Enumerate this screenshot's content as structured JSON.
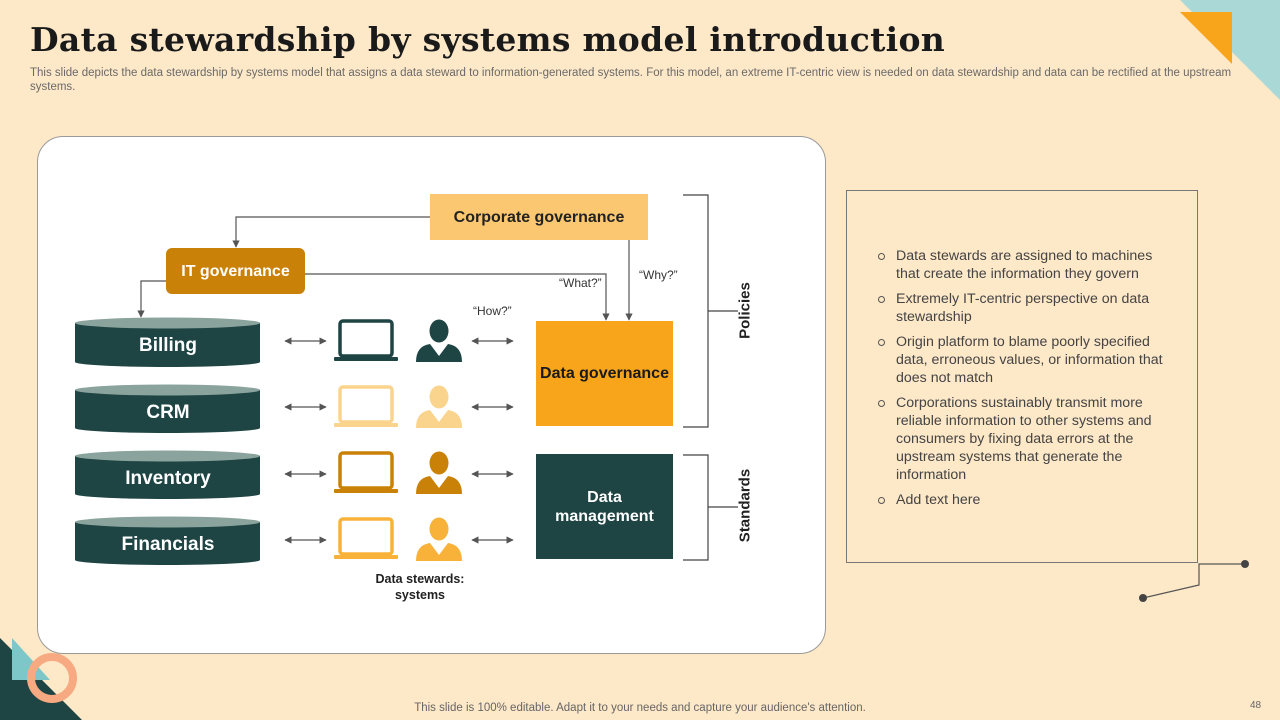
{
  "slide": {
    "title": "Data stewardship by systems model introduction",
    "subtitle": "This slide depicts the data stewardship by systems model that assigns a data steward to information-generated systems. For this model, an extreme IT-centric view is needed on data stewardship and data can be rectified at the upstream systems.",
    "footer": "This slide is 100% editable. Adapt it to your needs and capture your audience's attention.",
    "page_number": "48"
  },
  "diagram": {
    "corporate_governance": "Corporate governance",
    "it_governance": "IT governance",
    "data_governance": "Data governance",
    "data_management": "Data management",
    "question_what": "“What?”",
    "question_why": "“Why?”",
    "question_how": "“How?”",
    "policies_label": "Policies",
    "standards_label": "Standards",
    "stewards_caption": "Data stewards: systems",
    "systems": [
      "Billing",
      "CRM",
      "Inventory",
      "Financials"
    ],
    "icons": [
      "database-icon",
      "laptop-icon",
      "person-icon",
      "double-arrow-icon"
    ]
  },
  "info_panel": {
    "bullets": [
      "Data stewards are assigned to machines that create the information they govern",
      "Extremely IT-centric perspective on data stewardship",
      "Origin platform to blame poorly specified data, erroneous values, or information that does not match",
      "Corporations sustainably transmit more reliable information to other systems and consumers by fixing data errors at the upstream systems that generate the information",
      "Add text here"
    ]
  },
  "colors": {
    "background": "#fde8c8",
    "dark_teal": "#1e4444",
    "orange": "#f8a51c",
    "dark_orange": "#c98207",
    "light_orange": "#fbc770",
    "pale_orange": "#fad48c",
    "teal_accent": "#7ec7c9"
  }
}
